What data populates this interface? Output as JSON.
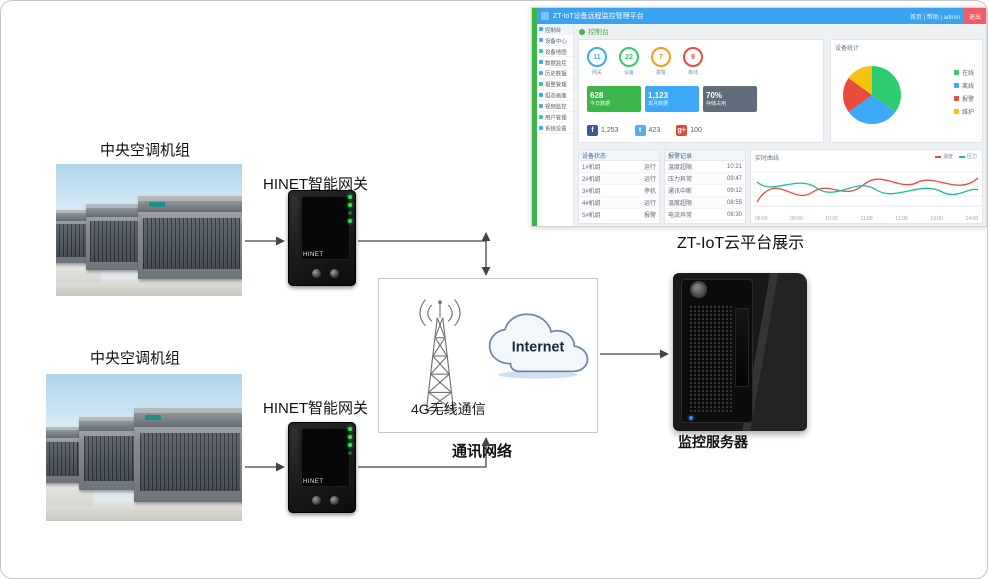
{
  "diagram": {
    "ac_label_1": "中央空调机组",
    "ac_label_2": "中央空调机组",
    "gateway_label_1": "HINET智能网关",
    "gateway_label_2": "HINET智能网关",
    "gateway_brand": "HINET",
    "comm_box": {
      "wireless_label": "4G无线通信",
      "internet_label": "Internet"
    },
    "network_label": "通讯网络",
    "server_label": "监控服务器",
    "platform_label": "ZT-IoT云平台展示"
  },
  "dashboard": {
    "colors": {
      "topbar": "#3aa3f0",
      "accent": "#3cb54a",
      "logout": "#f05b6a"
    },
    "topbar": {
      "title": "ZT-IoT设备远程监控管理平台",
      "links": "首页 | 帮助 | admin",
      "logout": "退出"
    },
    "sidebar": {
      "items": [
        {
          "label": "控制台"
        },
        {
          "label": "设备中心"
        },
        {
          "label": "设备地图"
        },
        {
          "label": "数据监控"
        },
        {
          "label": "历史数据"
        },
        {
          "label": "报警管理"
        },
        {
          "label": "组态画面"
        },
        {
          "label": "视频监控"
        },
        {
          "label": "用户管理"
        },
        {
          "label": "系统设置"
        }
      ]
    },
    "console_tab": "控制台",
    "stats": [
      {
        "value": "11",
        "label": "网关",
        "color": "#3da8f5"
      },
      {
        "value": "22",
        "label": "设备",
        "color": "#2ecc71"
      },
      {
        "value": "7",
        "label": "报警",
        "color": "#f39c12"
      },
      {
        "value": "9",
        "label": "离线",
        "color": "#e74c3c"
      }
    ],
    "cards": [
      {
        "value": "628",
        "label": "今日数据",
        "color": "#3cb54a"
      },
      {
        "value": "1,123",
        "label": "本月数据",
        "color": "#3da8f5"
      },
      {
        "value": "70%",
        "label": "存储占用",
        "color": "#5f6d7a"
      }
    ],
    "social": [
      {
        "glyph": "f",
        "count": "1,253",
        "color": "#3b5998"
      },
      {
        "glyph": "t",
        "count": "423",
        "color": "#55acee"
      },
      {
        "glyph": "g+",
        "count": "100",
        "color": "#dd4b39"
      }
    ],
    "pie": {
      "title": "设备统计",
      "slices": [
        {
          "label": "在线",
          "color": "#2ecc71"
        },
        {
          "label": "离线",
          "color": "#3da8f5"
        },
        {
          "label": "报警",
          "color": "#e74c3c"
        },
        {
          "label": "维护",
          "color": "#f1c40f"
        }
      ]
    },
    "tables": [
      {
        "title": "设备状态",
        "rows": [
          [
            "1#机组",
            "运行"
          ],
          [
            "2#机组",
            "运行"
          ],
          [
            "3#机组",
            "停机"
          ],
          [
            "4#机组",
            "运行"
          ],
          [
            "5#机组",
            "报警"
          ]
        ]
      },
      {
        "title": "报警记录",
        "rows": [
          [
            "温度超限",
            "10:21"
          ],
          [
            "压力异常",
            "09:47"
          ],
          [
            "通讯中断",
            "09:12"
          ],
          [
            "温度超限",
            "08:55"
          ],
          [
            "电流异常",
            "08:30"
          ]
        ]
      }
    ],
    "chart": {
      "title": "实时曲线",
      "x_ticks": [
        "08:00",
        "09:00",
        "10:00",
        "11:00",
        "12:00",
        "13:00",
        "14:00"
      ],
      "series": [
        {
          "name": "温度",
          "color": "#e74c3c"
        },
        {
          "name": "压力",
          "color": "#1abc9c"
        }
      ]
    }
  }
}
